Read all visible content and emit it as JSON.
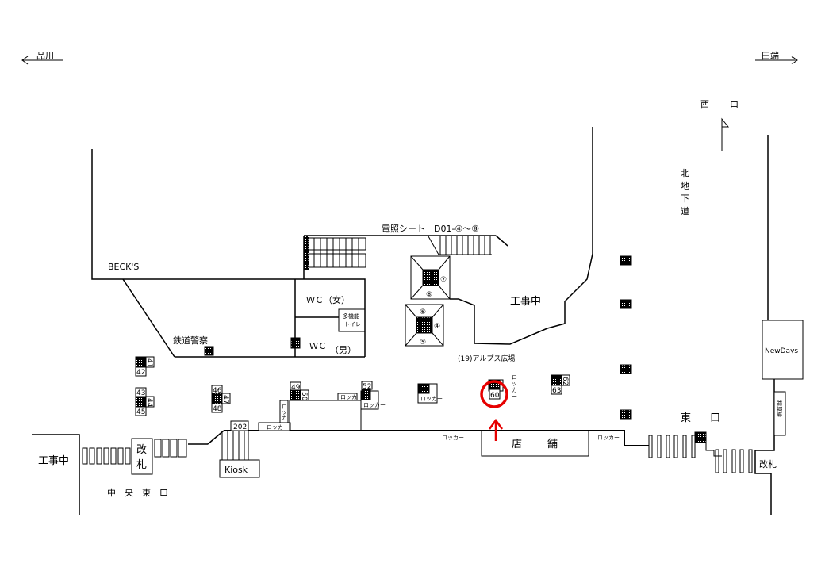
{
  "directions": {
    "left": "品川",
    "right": "田端"
  },
  "labels": {
    "west_exit_1": "西",
    "west_exit_2": "口",
    "north_underpass": [
      "北",
      "地",
      "下",
      "道"
    ],
    "becks": "BECK'S",
    "railway_police": "鉄道警察",
    "wc_female": "ＷＣ（女）",
    "wc_male_1": "ＷＣ",
    "wc_male_2": "（男）",
    "multi_toilet_1": "多機能",
    "multi_toilet_2": "トイレ",
    "signage": "電照シート　D01-④～⑧",
    "construction_center": "工事中",
    "construction_left": "工事中",
    "alps_plaza": "(19)アルプス広場",
    "newdays": "NewDays",
    "fare_adjust": "精算機",
    "east_exit_1": "東",
    "east_exit_2": "口",
    "central_east_exit": "中　央　東　口",
    "gate_left_1": "改",
    "gate_left_2": "札",
    "gate_right": "改札",
    "kiosk": "Kiosk",
    "store_1": "店",
    "store_2": "舗",
    "locker": "ロッカー",
    "locker_v": [
      "ロ",
      "ッ",
      "カ",
      "ー"
    ]
  },
  "pillars": {
    "p7": "⑦",
    "p8": "⑧",
    "p6": "⑥",
    "p4": "④",
    "p5": "⑤"
  },
  "spots": {
    "s41": "41",
    "s42": "42",
    "s43": "43",
    "s44": "44",
    "s45": "45",
    "s46": "46",
    "s47": "47",
    "s48": "48",
    "s49": "49",
    "s50": "50",
    "s52": "52",
    "s60": "60",
    "s62": "62",
    "s63": "63",
    "s202": "202"
  },
  "highlight": {
    "target_spot": "60",
    "color": "#e60000"
  }
}
